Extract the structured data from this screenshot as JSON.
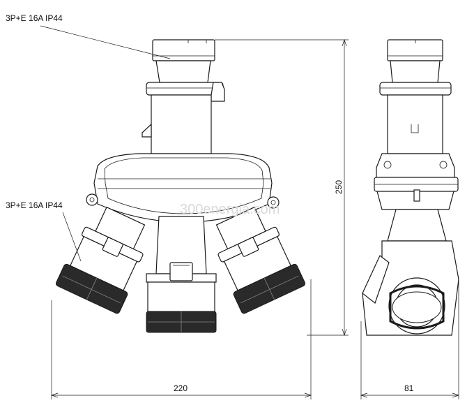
{
  "labels": {
    "top_plug": "3P+E 16A IP44",
    "sockets": "3P+E 16A IP44"
  },
  "dimensions": {
    "height": "250",
    "width_front": "220",
    "width_side": "81"
  },
  "watermark": "300energia.com"
}
